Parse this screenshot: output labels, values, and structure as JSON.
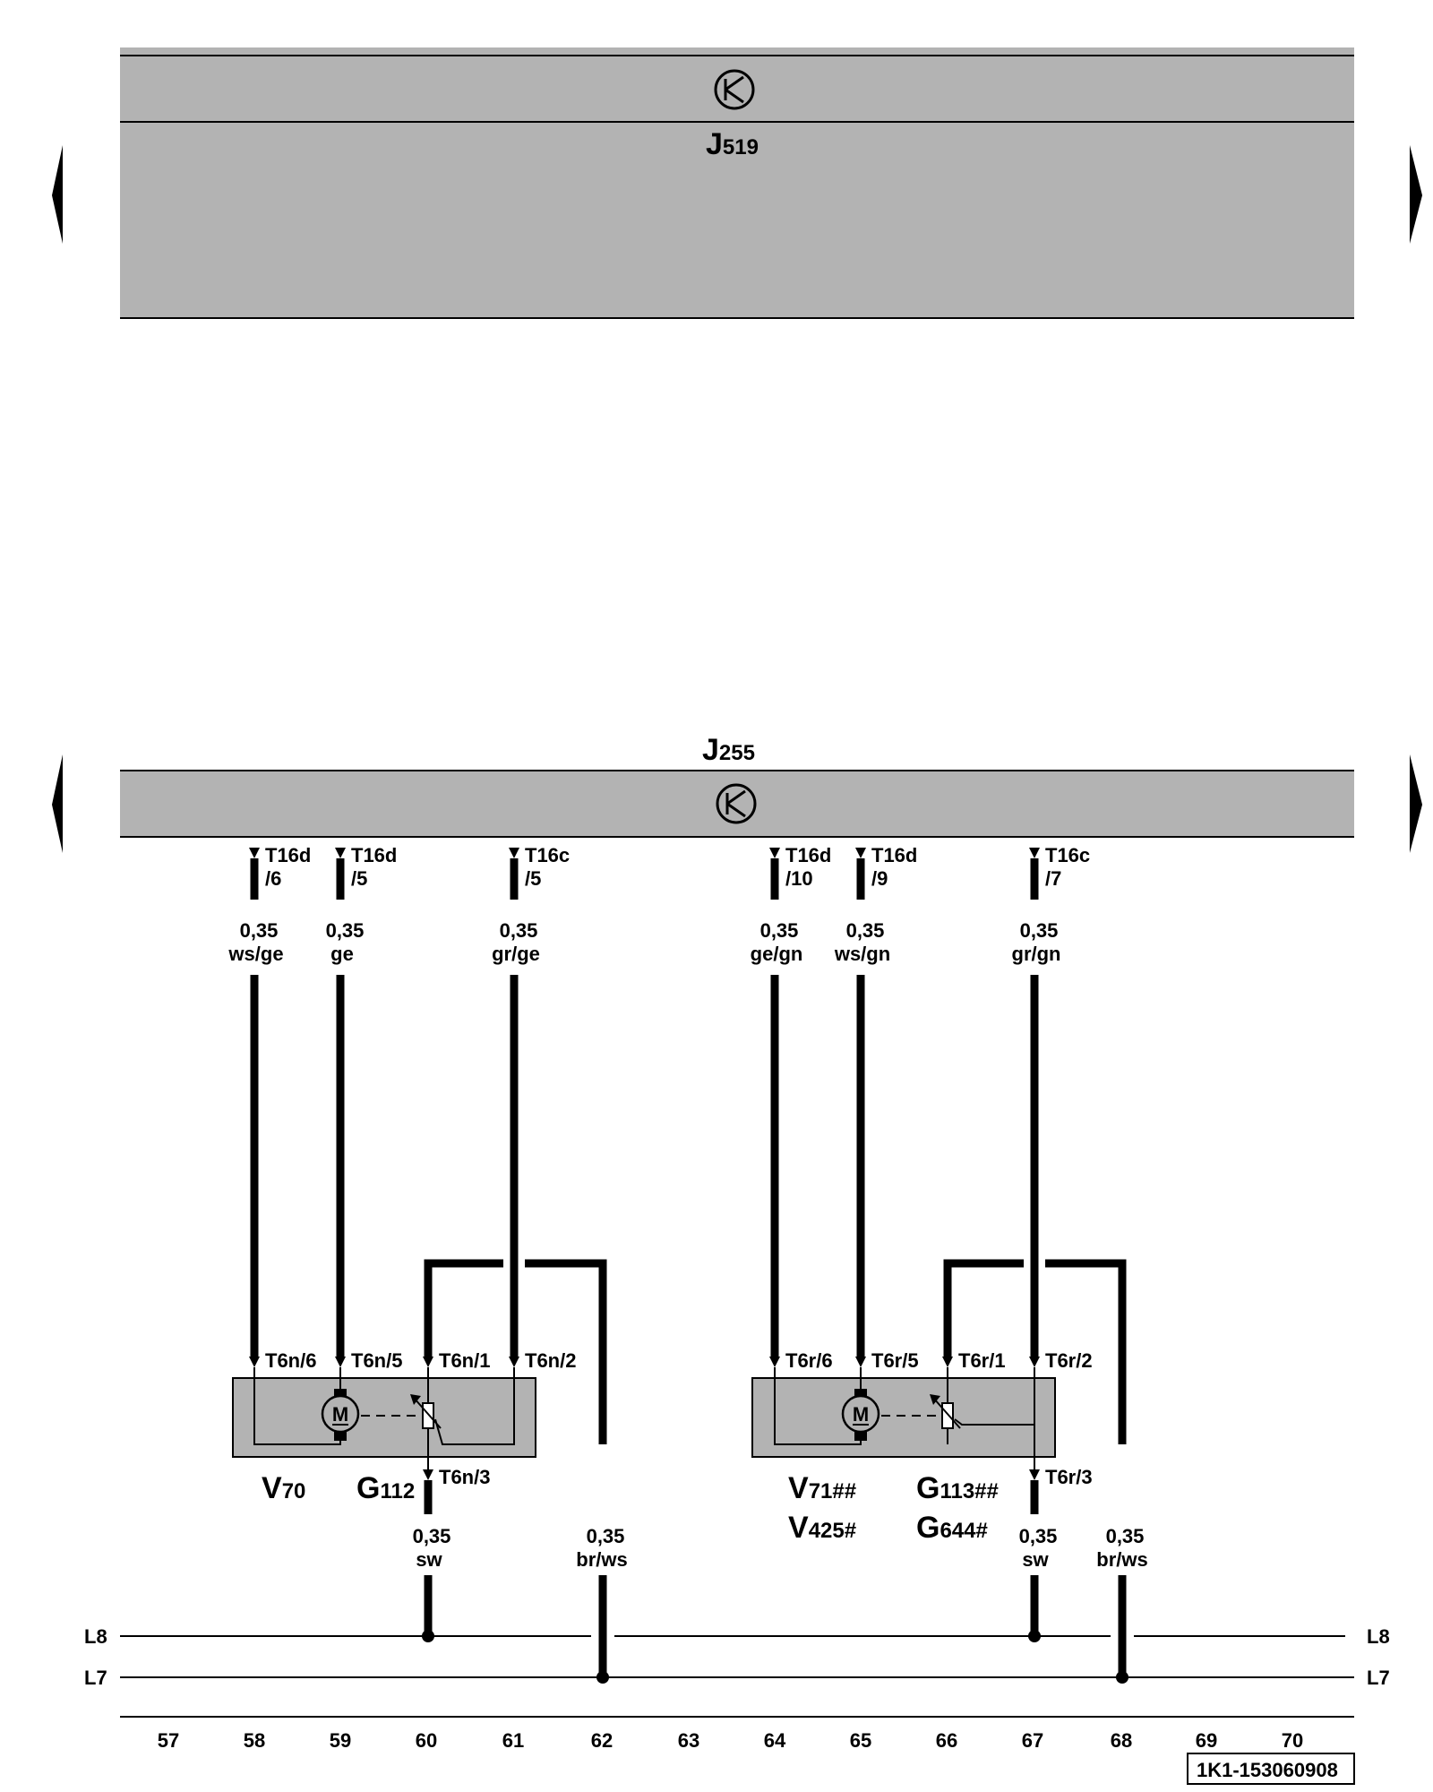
{
  "modules": {
    "top": {
      "name": "J",
      "sub": "519"
    },
    "main": {
      "name": "J",
      "sub": "255"
    }
  },
  "nav": {
    "left_arrow": "previous-page",
    "right_arrow": "next-page"
  },
  "connectors_top": [
    {
      "pin_a": "T16d",
      "pin_b": "/6"
    },
    {
      "pin_a": "T16d",
      "pin_b": "/5"
    },
    {
      "pin_a": "T16c",
      "pin_b": "/5"
    },
    {
      "pin_a": "T16d",
      "pin_b": "/10"
    },
    {
      "pin_a": "T16d",
      "pin_b": "/9"
    },
    {
      "pin_a": "T16c",
      "pin_b": "/7"
    }
  ],
  "wires_top": [
    {
      "size": "0,35",
      "color": "ws/ge"
    },
    {
      "size": "0,35",
      "color": "ge"
    },
    {
      "size": "0,35",
      "color": "gr/ge"
    },
    {
      "size": "0,35",
      "color": "ge/gn"
    },
    {
      "size": "0,35",
      "color": "ws/gn"
    },
    {
      "size": "0,35",
      "color": "gr/gn"
    }
  ],
  "connectors_component": [
    "T6n/6",
    "T6n/5",
    "T6n/1",
    "T6n/2",
    "T6r/6",
    "T6r/5",
    "T6r/1",
    "T6r/2"
  ],
  "connectors_bottom": [
    "T6n/3",
    "T6r/3"
  ],
  "wires_bottom": [
    {
      "size": "0,35",
      "color": "sw"
    },
    {
      "size": "0,35",
      "color": "br/ws"
    },
    {
      "size": "0,35",
      "color": "sw"
    },
    {
      "size": "0,35",
      "color": "br/ws"
    }
  ],
  "motor_symbol": "M",
  "components": {
    "v70": {
      "name": "V",
      "sub": "70"
    },
    "g112": {
      "name": "G",
      "sub": "112"
    },
    "v71": {
      "name": "V",
      "sub": "71",
      "mark": "##"
    },
    "v425": {
      "name": "V",
      "sub": "425",
      "mark": "#"
    },
    "g113": {
      "name": "G",
      "sub": "113",
      "mark": "##"
    },
    "g644": {
      "name": "G",
      "sub": "644",
      "mark": "#"
    }
  },
  "buses": {
    "l8": "L8",
    "l7": "L7"
  },
  "columns": [
    "57",
    "58",
    "59",
    "60",
    "61",
    "62",
    "63",
    "64",
    "65",
    "66",
    "67",
    "68",
    "69",
    "70"
  ],
  "drawing_id": "1K1-153060908"
}
